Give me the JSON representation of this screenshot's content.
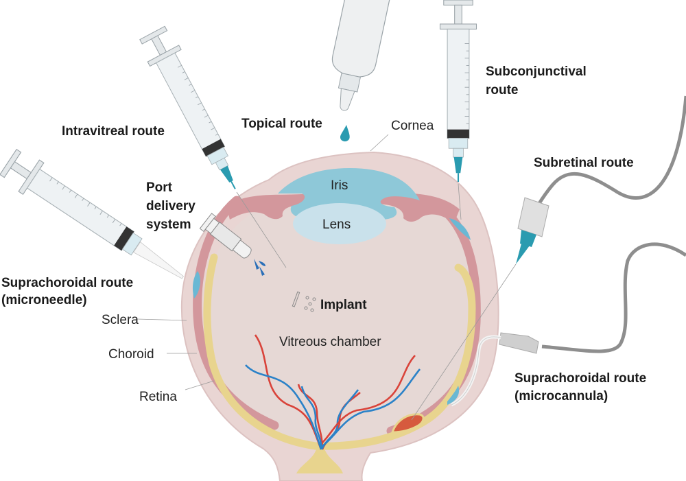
{
  "labels": {
    "intravitreal": "Intravitreal route",
    "topical": "Topical route",
    "cornea": "Cornea",
    "subconjunctival_1": "Subconjunctival",
    "subconjunctival_2": "route",
    "subretinal": "Subretinal route",
    "port_1": "Port",
    "port_2": "delivery",
    "port_3": "system",
    "supra_micro_1": "Suprachoroidal route",
    "supra_micro_2": "(microneedle)",
    "sclera": "Sclera",
    "choroid": "Choroid",
    "retina": "Retina",
    "iris": "Iris",
    "lens": "Lens",
    "implant": "Implant",
    "vitreous": "Vitreous chamber",
    "supra_cannula_1": "Suprachoroidal route",
    "supra_cannula_2": "(microcannula)"
  },
  "colors": {
    "sclera": "#e9d5d3",
    "vitreous": "#e6d8d5",
    "choroid": "#d3979c",
    "retina": "#e8d48e",
    "iris": "#8ec8d8",
    "lens": "#c9e1eb",
    "artery": "#d9433a",
    "vein": "#2b82c8",
    "needle_hub": "#2a9bb0",
    "drug_drop": "#2a6fb8",
    "cable": "#8e8e8e"
  }
}
